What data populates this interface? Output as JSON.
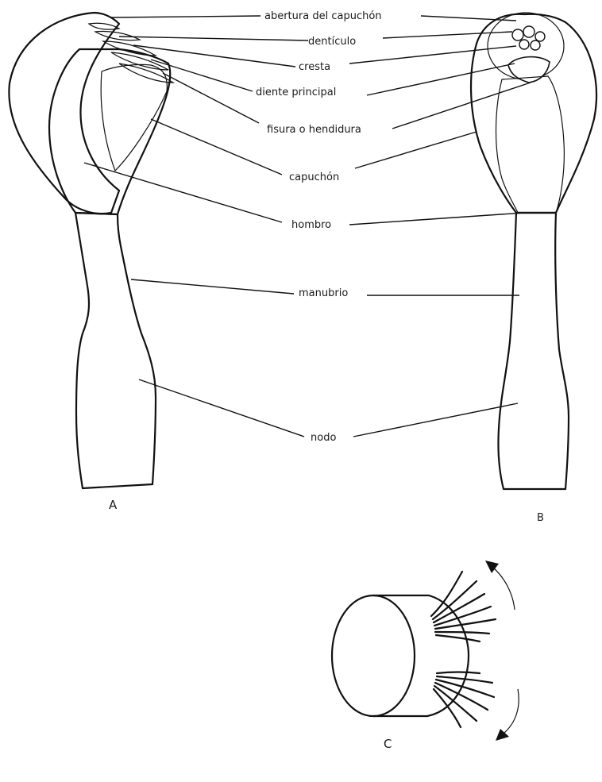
{
  "labels": {
    "abertura": "abertura del capuchón",
    "denticulo": "dentículo",
    "cresta": "cresta",
    "diente": "diente principal",
    "fisura": "fisura o hendidura",
    "capuchon": "capuchón",
    "hombro": "hombro",
    "manubrio": "manubrio",
    "nodo": "nodo"
  },
  "panels": {
    "a": "A",
    "b": "B",
    "c": "C"
  }
}
